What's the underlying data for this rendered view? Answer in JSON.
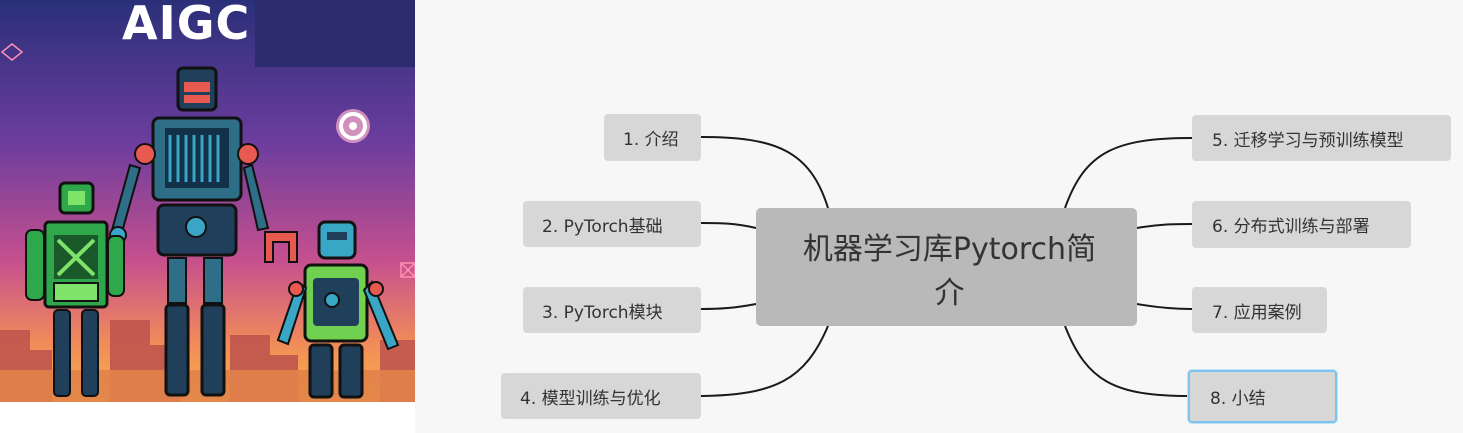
{
  "image": {
    "title": "AIGC"
  },
  "mindmap": {
    "central_topic": "机器学习库Pytorch简介",
    "topics": [
      {
        "label": "1. 介绍"
      },
      {
        "label": "2. PyTorch基础"
      },
      {
        "label": "3. PyTorch模块"
      },
      {
        "label": "4. 模型训练与优化"
      },
      {
        "label": "5. 迁移学习与预训练模型"
      },
      {
        "label": "6. 分布式训练与部署"
      },
      {
        "label": "7. 应用案例"
      },
      {
        "label": "8. 小结"
      }
    ],
    "selected_topic": "8. 小结"
  },
  "colors": {
    "canvas": "#f7f7f7",
    "topic_fill": "#d7d7d7",
    "central_fill": "#b9b9b9",
    "connector": "#1a1a1a",
    "selection": "#7cc3ee"
  }
}
